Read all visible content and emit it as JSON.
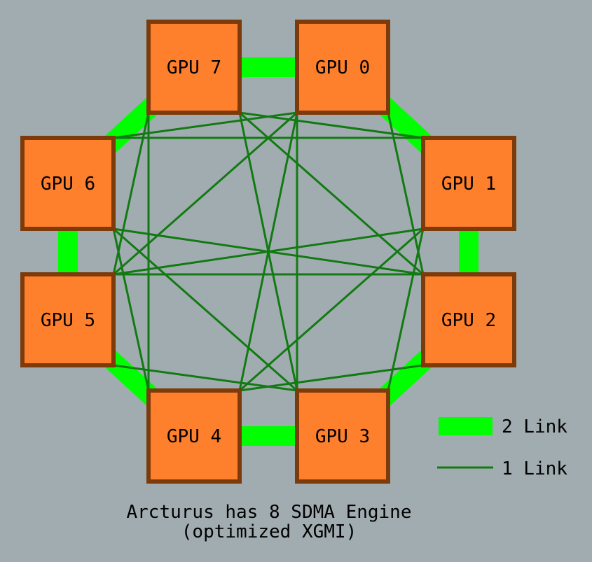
{
  "colors": {
    "background": "#a1acb0",
    "node_fill": "#fe7f2c",
    "node_border": "#7d3a0b",
    "double_link": "#00ff00",
    "single_link": "#127a12"
  },
  "nodes": [
    {
      "id": "gpu0",
      "label": "GPU 0"
    },
    {
      "id": "gpu1",
      "label": "GPU 1"
    },
    {
      "id": "gpu2",
      "label": "GPU 2"
    },
    {
      "id": "gpu3",
      "label": "GPU 3"
    },
    {
      "id": "gpu4",
      "label": "GPU 4"
    },
    {
      "id": "gpu5",
      "label": "GPU 5"
    },
    {
      "id": "gpu6",
      "label": "GPU 6"
    },
    {
      "id": "gpu7",
      "label": "GPU 7"
    }
  ],
  "links": {
    "double": [
      [
        "gpu0",
        "gpu1"
      ],
      [
        "gpu1",
        "gpu2"
      ],
      [
        "gpu2",
        "gpu3"
      ],
      [
        "gpu3",
        "gpu4"
      ],
      [
        "gpu4",
        "gpu5"
      ],
      [
        "gpu5",
        "gpu6"
      ],
      [
        "gpu6",
        "gpu7"
      ],
      [
        "gpu7",
        "gpu0"
      ]
    ],
    "single": [
      [
        "gpu0",
        "gpu2"
      ],
      [
        "gpu0",
        "gpu3"
      ],
      [
        "gpu0",
        "gpu4"
      ],
      [
        "gpu0",
        "gpu5"
      ],
      [
        "gpu0",
        "gpu6"
      ],
      [
        "gpu1",
        "gpu3"
      ],
      [
        "gpu1",
        "gpu4"
      ],
      [
        "gpu1",
        "gpu5"
      ],
      [
        "gpu1",
        "gpu6"
      ],
      [
        "gpu1",
        "gpu7"
      ],
      [
        "gpu2",
        "gpu4"
      ],
      [
        "gpu2",
        "gpu5"
      ],
      [
        "gpu2",
        "gpu6"
      ],
      [
        "gpu2",
        "gpu7"
      ],
      [
        "gpu3",
        "gpu5"
      ],
      [
        "gpu3",
        "gpu6"
      ],
      [
        "gpu3",
        "gpu7"
      ],
      [
        "gpu4",
        "gpu6"
      ],
      [
        "gpu4",
        "gpu7"
      ],
      [
        "gpu5",
        "gpu7"
      ]
    ]
  },
  "legend": {
    "double_label": "2 Link",
    "single_label": "1 Link"
  },
  "caption": {
    "line1": "Arcturus has 8 SDMA Engine",
    "line2": "(optimized XGMI)"
  }
}
